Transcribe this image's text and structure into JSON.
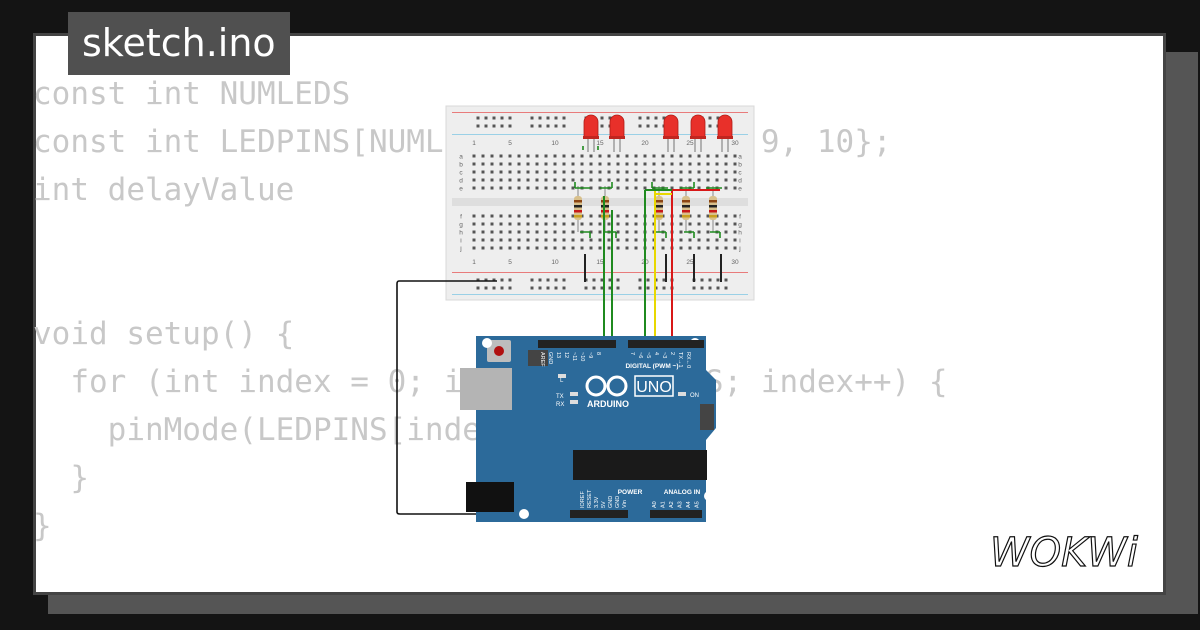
{
  "title": "sketch.ino",
  "code_lines": [
    "const int NUMLEDS",
    "const int LEDPINS[NUMLEDS] = {3, 5, 6, 9, 10};",
    "int delayValue",
    "",
    "",
    "void setup() {",
    "  for (int index = 0; index < NUMLEDS; index++) {",
    "    pinMode(LEDPINS[index], OUTPUT);",
    "  }",
    "}"
  ],
  "breadboard": {
    "column_labels": [
      "1",
      "5",
      "10",
      "15",
      "20",
      "25",
      "30"
    ],
    "row_labels_top": [
      "a",
      "b",
      "c",
      "d",
      "e"
    ],
    "row_labels_bottom": [
      "f",
      "g",
      "h",
      "i",
      "j"
    ]
  },
  "arduino": {
    "model": "UNO",
    "brand": "ARDUINO",
    "digital_label": "DIGITAL (PWM ~)",
    "power_label": "POWER",
    "analog_label": "ANALOG IN",
    "on_label": "ON",
    "tx_label": "TX",
    "rx_label": "RX",
    "l_label": "L",
    "top_pin_labels": [
      "AREF",
      "GND",
      "13",
      "12",
      "~11",
      "~10",
      "~9",
      "8",
      "7",
      "~6",
      "~5",
      "4",
      "~3",
      "2",
      "TX→1",
      "RX←0"
    ],
    "power_pin_labels": [
      "IOREF",
      "RESET",
      "3.3V",
      "5V",
      "GND",
      "GND",
      "Vin"
    ],
    "analog_pin_labels": [
      "A0",
      "A1",
      "A2",
      "A3",
      "A4",
      "A5"
    ]
  },
  "logo_text": "WOKWi",
  "colors": {
    "board_blue": "#2c6a9a",
    "led_red": "#e8302a",
    "wire_green": "#1f8a1f",
    "wire_yellow": "#e8d800",
    "wire_red": "#d81818",
    "code_gray": "#c8c8c8"
  }
}
